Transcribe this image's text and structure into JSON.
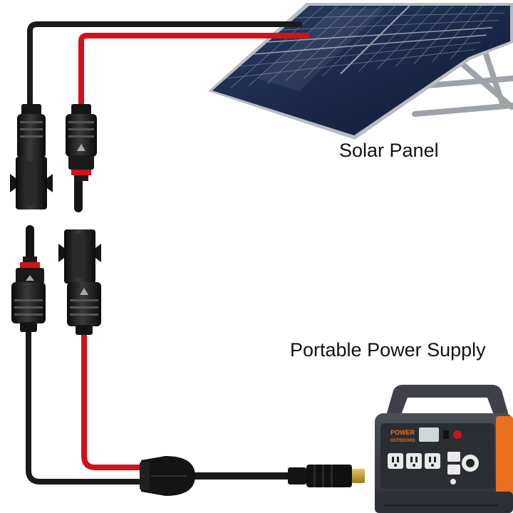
{
  "labels": {
    "solar_panel": "Solar Panel",
    "power_supply": "Portable Power Supply",
    "brand_line1": "POWER",
    "brand_line2": "OUTDOORS"
  },
  "colors": {
    "background": "#ffffff",
    "wire_black": "#1a1a1a",
    "wire_red": "#d0121b",
    "panel_cell": "#1c2c4c",
    "panel_frame": "#b9bcc2",
    "station_body": "#3b3f45",
    "station_accent": "#e8701e",
    "connector_black": "#151515",
    "dc_tip": "#c9a23a"
  },
  "objects": [
    {
      "name": "solar-panel",
      "description": "photovoltaic panel on a tilt stand"
    },
    {
      "name": "mc4-connector-pair-top",
      "description": "black and red MC4 connectors"
    },
    {
      "name": "mc4-connector-pair-bottom",
      "description": "black and red MC4 connectors"
    },
    {
      "name": "y-splitter",
      "description": "cable junction to DC plug"
    },
    {
      "name": "portable-power-station",
      "description": "grey and orange power station"
    }
  ]
}
